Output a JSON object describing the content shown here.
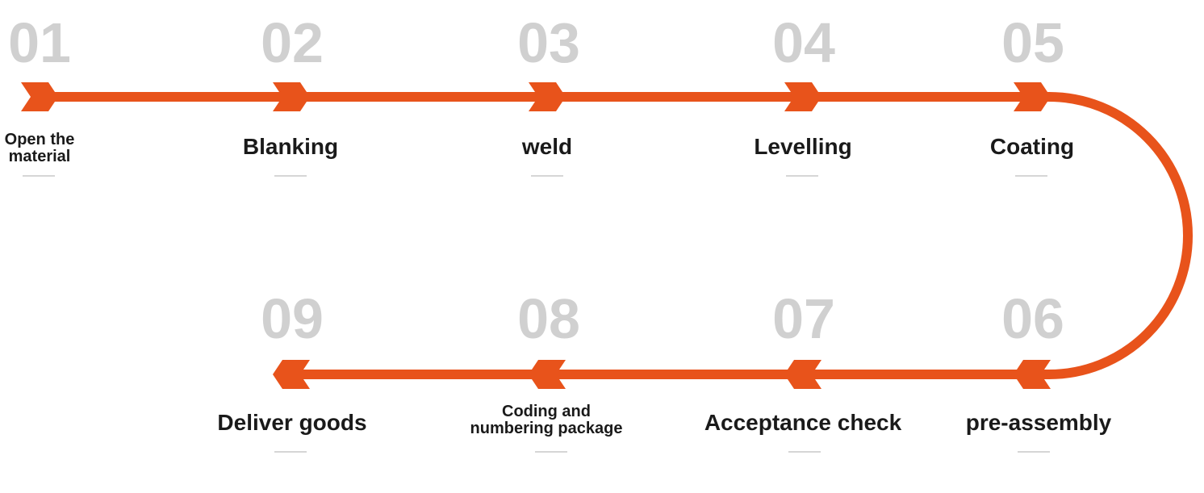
{
  "theme": {
    "path_color": "#e8531b",
    "number_color": "#d0d0d0",
    "label_color": "#1a1a1a",
    "dash_color": "#d6d6d6"
  },
  "steps": [
    {
      "number": "01",
      "label": "Open the material",
      "label_lines": [
        "Open the",
        "material"
      ]
    },
    {
      "number": "02",
      "label": "Blanking"
    },
    {
      "number": "03",
      "label": "weld"
    },
    {
      "number": "04",
      "label": "Levelling"
    },
    {
      "number": "05",
      "label": "Coating"
    },
    {
      "number": "06",
      "label": "pre-assembly"
    },
    {
      "number": "07",
      "label": "Acceptance check"
    },
    {
      "number": "08",
      "label": "Coding and numbering package",
      "label_lines": [
        "Coding and",
        "numbering package"
      ]
    },
    {
      "number": "09",
      "label": "Deliver goods"
    }
  ]
}
